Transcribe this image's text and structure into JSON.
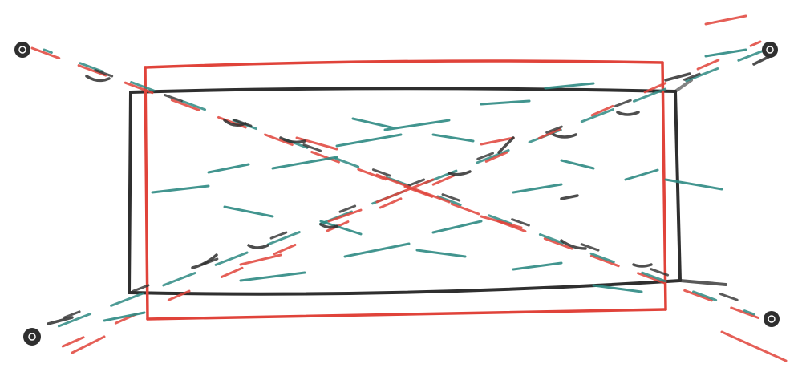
{
  "colors": {
    "background": "#ffffff",
    "red": "#e0433a",
    "black": "#2f2f2f",
    "teal": "#2e8a83"
  },
  "elements": {
    "anchors": [
      "top-left",
      "top-right",
      "bottom-left",
      "bottom-right"
    ],
    "rectangles": [
      "red-rectangle",
      "black-rectangle"
    ]
  }
}
